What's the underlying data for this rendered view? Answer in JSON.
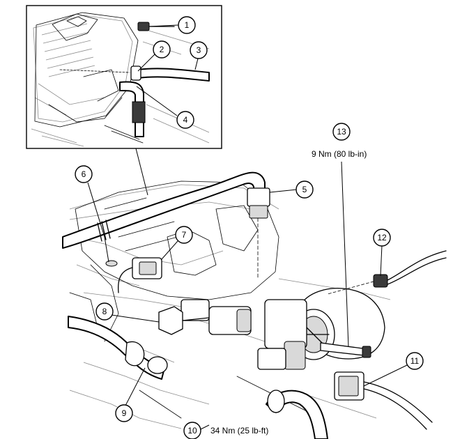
{
  "callouts": [
    {
      "id": 1,
      "label": "1"
    },
    {
      "id": 2,
      "label": "2"
    },
    {
      "id": 3,
      "label": "3"
    },
    {
      "id": 4,
      "label": "4"
    },
    {
      "id": 5,
      "label": "5"
    },
    {
      "id": 6,
      "label": "6"
    },
    {
      "id": 7,
      "label": "7"
    },
    {
      "id": 8,
      "label": "8"
    },
    {
      "id": 9,
      "label": "9"
    },
    {
      "id": 10,
      "label": "10"
    },
    {
      "id": 11,
      "label": "11"
    },
    {
      "id": 12,
      "label": "12"
    },
    {
      "id": 13,
      "label": "13"
    }
  ],
  "torque_specs": {
    "item_13": "9 Nm (80 lb-in)",
    "item_10": "34 Nm (25 lb-ft)"
  }
}
